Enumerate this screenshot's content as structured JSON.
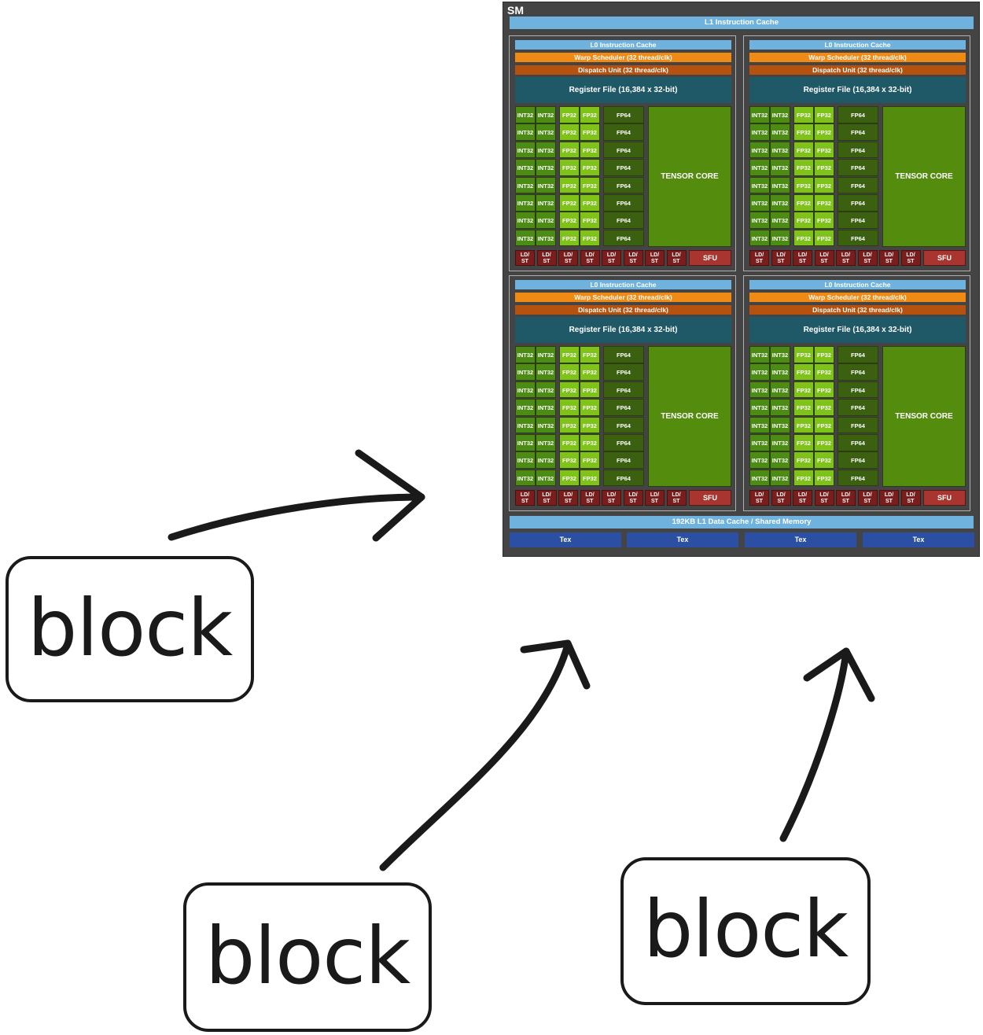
{
  "sm": {
    "title": "SM",
    "l1_instruction_cache": "L1 Instruction Cache",
    "quadrants": [
      {
        "l0": "L0 Instruction Cache",
        "warp": "Warp Scheduler (32 thread/clk)",
        "dispatch": "Dispatch Unit (32 thread/clk)",
        "register": "Register File (16,384 x 32-bit)",
        "tensor": "TENSOR CORE",
        "sfu": "SFU"
      },
      {
        "l0": "L0 Instruction Cache",
        "warp": "Warp Scheduler (32 thread/clk)",
        "dispatch": "Dispatch Unit (32 thread/clk)",
        "register": "Register File (16,384 x 32-bit)",
        "tensor": "TENSOR CORE",
        "sfu": "SFU"
      },
      {
        "l0": "L0 Instruction Cache",
        "warp": "Warp Scheduler (32 thread/clk)",
        "dispatch": "Dispatch Unit (32 thread/clk)",
        "register": "Register File (16,384 x 32-bit)",
        "tensor": "TENSOR CORE",
        "sfu": "SFU"
      },
      {
        "l0": "L0 Instruction Cache",
        "warp": "Warp Scheduler (32 thread/clk)",
        "dispatch": "Dispatch Unit (32 thread/clk)",
        "register": "Register File (16,384 x 32-bit)",
        "tensor": "TENSOR CORE",
        "sfu": "SFU"
      }
    ],
    "unit_labels": {
      "int": "INT32",
      "fp32": "FP32",
      "fp64": "FP64",
      "ldst": "LD/\nST"
    },
    "l1_data_cache": "192KB L1 Data Cache / Shared Memory",
    "tex": [
      "Tex",
      "Tex",
      "Tex",
      "Tex"
    ]
  },
  "blocks": [
    "block",
    "block",
    "block"
  ],
  "colors": {
    "sm_bg": "#444444",
    "cache": "#6fb2de",
    "warp": "#ef8a15",
    "dispatch": "#b6520f",
    "register": "#1f5866",
    "int32": "#4c8c14",
    "fp32": "#7fc21a",
    "fp64": "#3a6010",
    "tensor": "#548c0e",
    "ldst": "#7a1d1d",
    "sfu": "#a8352f",
    "tex": "#2a4fa3",
    "ink": "#1a1a1a"
  }
}
